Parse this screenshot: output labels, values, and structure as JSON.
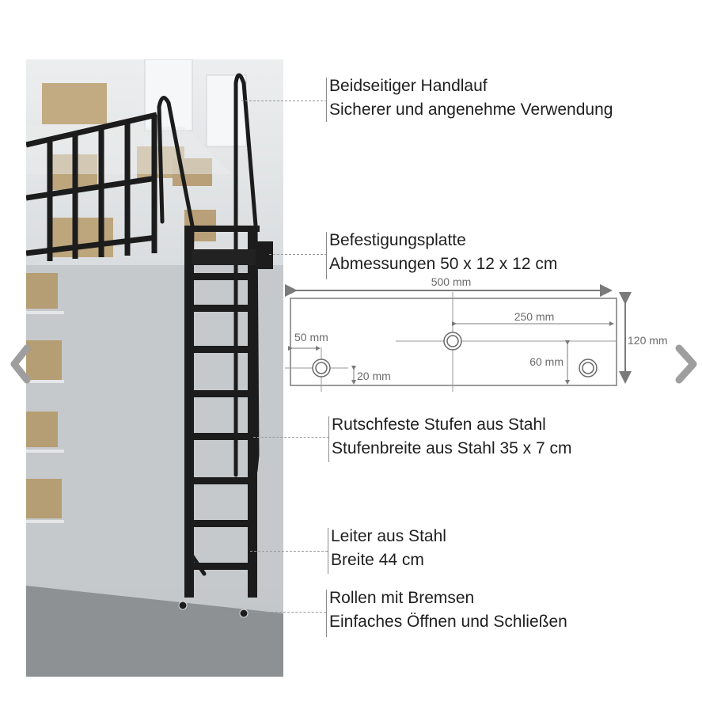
{
  "photo": {
    "subject": "black steel rolling mezzanine ladder with handrails against grey wall, shelves with cardboard boxes",
    "colors": {
      "wall": "#c9cccf",
      "floor": "#8e9194",
      "ladder": "#1c1c1c",
      "boxes": "#b8a17a"
    }
  },
  "callouts": [
    {
      "title": "Beidseitiger Handlauf",
      "subtitle": "Sicherer und angenehme Verwendung"
    },
    {
      "title": "Befestigungsplatte",
      "subtitle": "Abmessungen 50 x 12 x 12 cm"
    },
    {
      "title": "Rutschfeste Stufen aus Stahl",
      "subtitle": "Stufenbreite aus Stahl 35 x 7 cm"
    },
    {
      "title": "Leiter aus Stahl",
      "subtitle": "Breite 44 cm"
    },
    {
      "title": "Rollen mit Bremsen",
      "subtitle": "Einfaches Öffnen und Schließen"
    }
  ],
  "plate_drawing": {
    "width_label": "500 mm",
    "height_label": "120 mm",
    "center_offset_label": "250 mm",
    "edge_offset_label": "50 mm",
    "bottom_offset_label": "20 mm",
    "hole_height_label": "60 mm"
  },
  "navigation": {
    "prev_icon": "chevron-left-icon",
    "next_icon": "chevron-right-icon",
    "arrow_color": "#9e9e9e"
  }
}
